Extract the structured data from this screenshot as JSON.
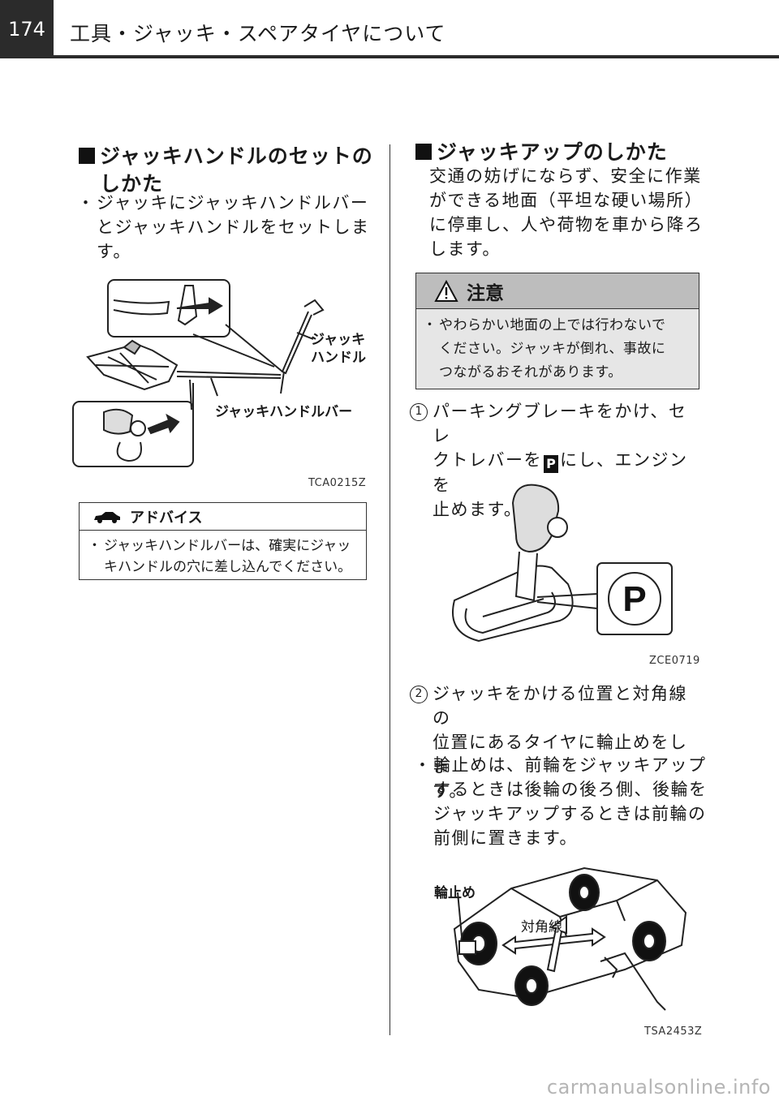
{
  "header": {
    "page_number": "174",
    "title": "工具・ジャッキ・スペアタイヤについて"
  },
  "left": {
    "heading_line1": "ジャッキハンドルのセットの",
    "heading_line2": "しかた",
    "bullet_lines": [
      "ジャッキにジャッキハンドルバー",
      "とジャッキハンドルをセットしま",
      "す。"
    ],
    "figure": {
      "label_handle_1": "ジャッキ",
      "label_handle_2": "ハンドル",
      "label_bar": "ジャッキハンドルバー",
      "code": "TCA0215Z"
    },
    "advice": {
      "title": "アドバイス",
      "line1": "ジャッキハンドルバーは、確実にジャッ",
      "line2": "キハンドルの穴に差し込んでください。"
    }
  },
  "right": {
    "heading": "ジャッキアップのしかた",
    "intro_lines": [
      "交通の妨げにならず、安全に作業",
      "ができる地面（平坦な硬い場所）",
      "に停車し、人や荷物を車から降ろ",
      "します。"
    ],
    "caution": {
      "title": "注意",
      "line1": "やわらかい地面の上では行わないで",
      "line2": "ください。ジャッキが倒れ、事故に",
      "line3": "つながるおそれがあります。"
    },
    "step1": {
      "number": "1",
      "line1": "パーキングブレーキをかけ、セレ",
      "line2_pre": "クトレバーを",
      "line2_p": "P",
      "line2_post": "にし、エンジンを",
      "line3": "止めます。"
    },
    "figure_p": {
      "letter": "P",
      "code": "ZCE0719"
    },
    "step2": {
      "number": "2",
      "lines": [
        "ジャッキをかける位置と対角線の",
        "位置にあるタイヤに輪止めをしま",
        "す。"
      ]
    },
    "bullet_lines": [
      "輪止めは、前輪をジャッキアップ",
      "するときは後輪の後ろ側、後輪を",
      "ジャッキアップするときは前輪の",
      "前側に置きます。"
    ],
    "figure_car": {
      "label_chock": "輪止め",
      "label_diagonal": "対角線",
      "code": "TSA2453Z"
    }
  },
  "watermark": "carmanualsonline.info"
}
